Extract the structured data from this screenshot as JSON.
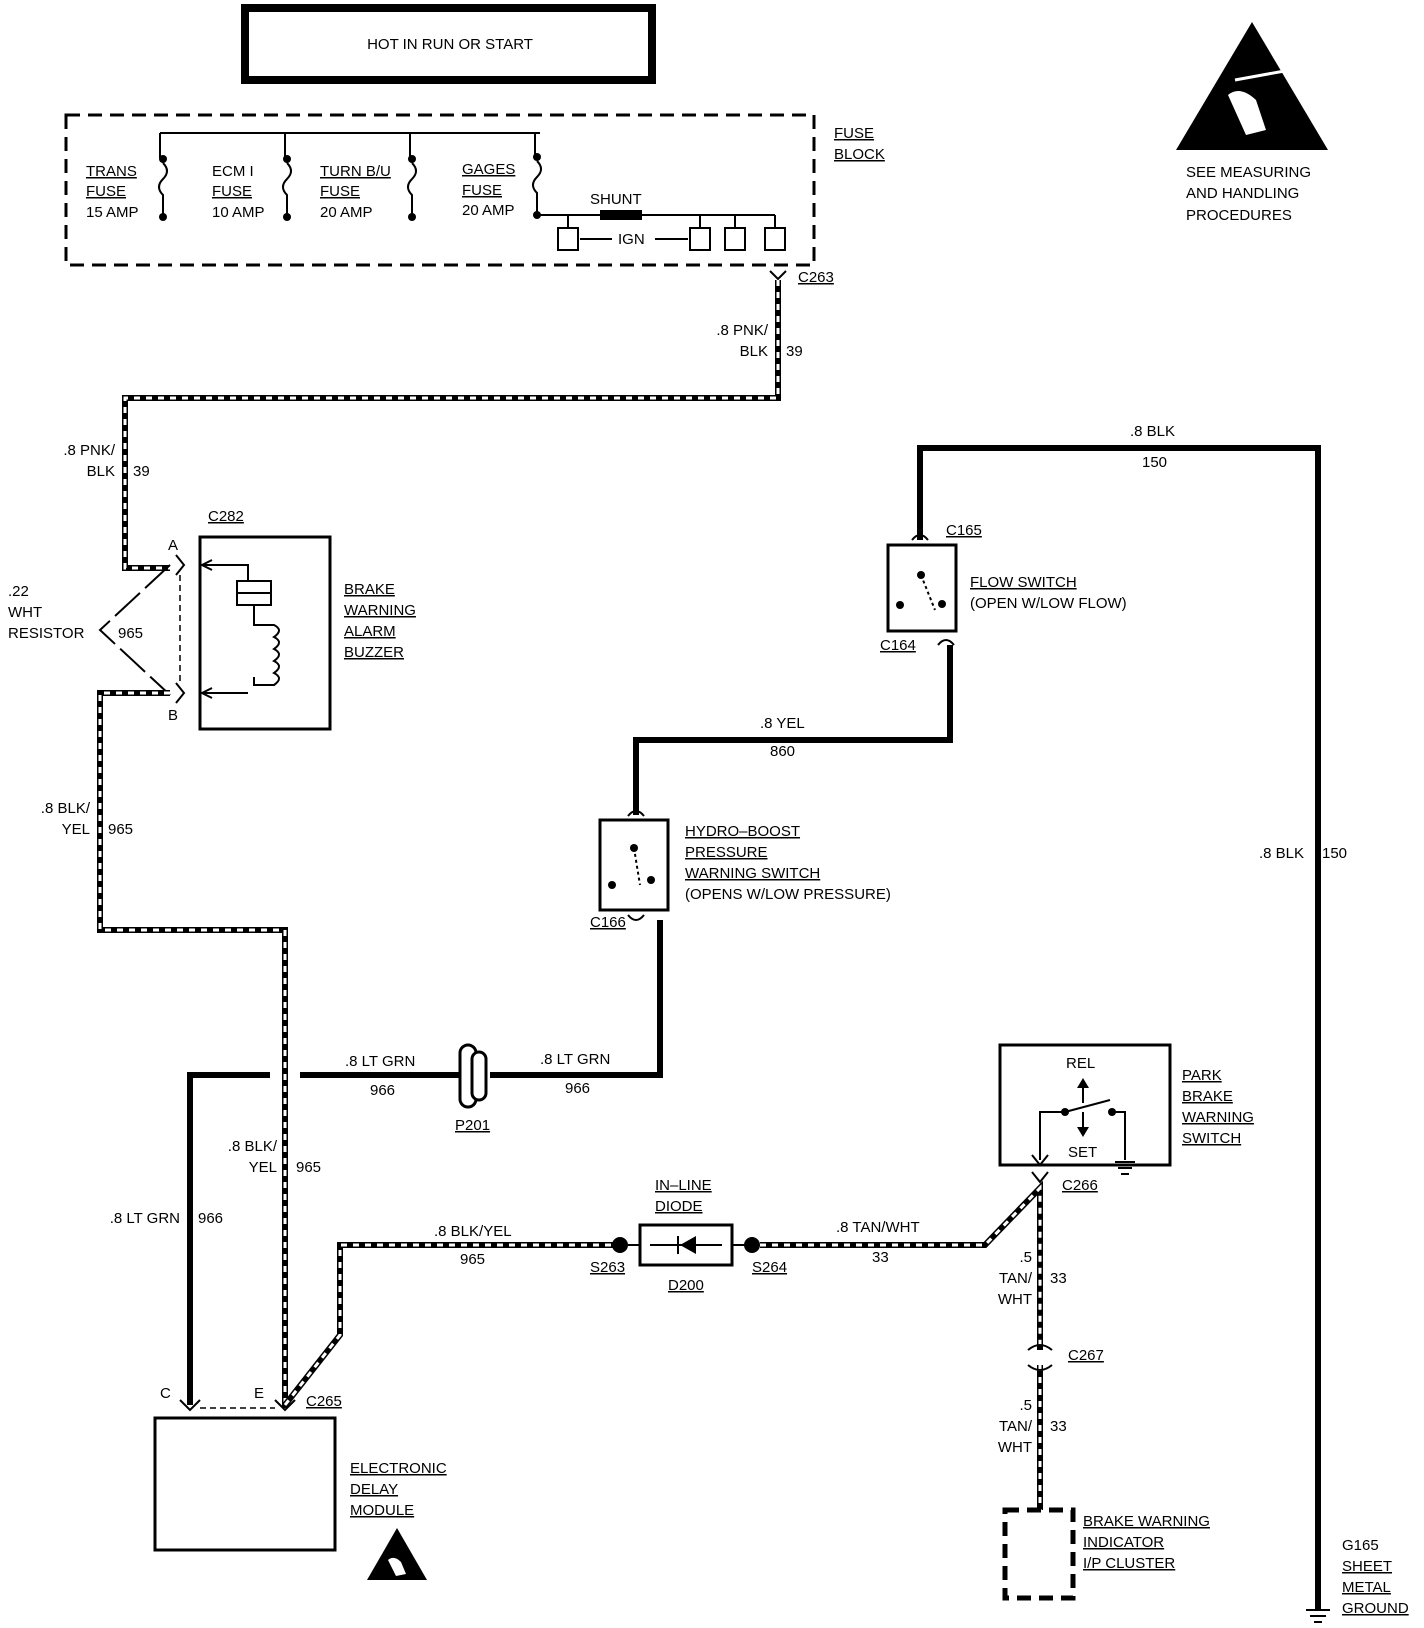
{
  "header": {
    "title": "HOT IN RUN OR START"
  },
  "fuse_block": {
    "label_line1": "FUSE",
    "label_line2": "BLOCK",
    "fuses": [
      {
        "name": "TRANS",
        "word": "FUSE",
        "rating": "15 AMP"
      },
      {
        "name": "ECM I",
        "word": "FUSE",
        "rating": "10 AMP"
      },
      {
        "name": "TURN B/U",
        "word": "FUSE",
        "rating": "20 AMP"
      },
      {
        "name": "GAGES",
        "word": "FUSE",
        "rating": "20 AMP"
      }
    ],
    "shunt": "SHUNT",
    "ign": "IGN"
  },
  "esd_note": {
    "line1": "SEE MEASURING",
    "line2": "AND HANDLING",
    "line3": "PROCEDURES"
  },
  "connectors": {
    "c263": "C263",
    "c282": "C282",
    "c165": "C165",
    "c164": "C164",
    "c166": "C166",
    "p201": "P201",
    "c266": "C266",
    "c267": "C267",
    "c265": "C265",
    "s263": "S263",
    "s264": "S264",
    "d200": "D200",
    "g165": "G165"
  },
  "pins": {
    "a": "A",
    "b": "B",
    "c": "C",
    "e": "E"
  },
  "wires": {
    "w39_top": {
      "size": ".8 PNK/",
      "color": "BLK",
      "circuit": "39"
    },
    "w39_left": {
      "size": ".8 PNK/",
      "color": "BLK",
      "circuit": "39"
    },
    "resistor": {
      "size": ".22",
      "color": "WHT",
      "type": "RESISTOR",
      "circuit": "965"
    },
    "w965_left": {
      "size": ".8 BLK/",
      "color": "YEL",
      "circuit": "965"
    },
    "w965_mid": {
      "size": ".8 BLK/",
      "color": "YEL",
      "circuit": "965"
    },
    "w966_left": {
      "label": ".8 LT GRN",
      "circuit": "966"
    },
    "w966_a": {
      "label": ".8 LT GRN",
      "circuit": "966"
    },
    "w966_b": {
      "label": ".8 LT GRN",
      "circuit": "966"
    },
    "w965_bottom": {
      "label": ".8 BLK/YEL",
      "circuit": "965"
    },
    "w33_h": {
      "label": ".8 TAN/WHT",
      "circuit": "33"
    },
    "w33_a": {
      "size": ".5",
      "color1": "TAN/",
      "color2": "WHT",
      "circuit": "33"
    },
    "w33_b": {
      "size": ".5",
      "color1": "TAN/",
      "color2": "WHT",
      "circuit": "33"
    },
    "w860": {
      "label": ".8 YEL",
      "circuit": "860"
    },
    "w150_top": {
      "label": ".8 BLK",
      "circuit": "150"
    },
    "w150_right": {
      "label": ".8 BLK",
      "circuit": "150"
    }
  },
  "components": {
    "buzzer": [
      "BRAKE",
      "WARNING",
      "ALARM",
      "BUZZER"
    ],
    "flow_switch": [
      "FLOW SWITCH",
      "(OPEN W/LOW FLOW)"
    ],
    "hydro_boost": [
      "HYDRO–BOOST",
      "PRESSURE",
      "WARNING SWITCH",
      "(OPENS W/LOW PRESSURE)"
    ],
    "diode": [
      "IN–LINE",
      "DIODE"
    ],
    "park_brake": [
      "PARK",
      "BRAKE",
      "WARNING",
      "SWITCH"
    ],
    "park_rel": "REL",
    "park_set": "SET",
    "delay_module": [
      "ELECTRONIC",
      "DELAY",
      "MODULE"
    ],
    "indicator": [
      "BRAKE WARNING",
      "INDICATOR",
      "I/P CLUSTER"
    ],
    "ground": [
      "SHEET",
      "METAL",
      "GROUND"
    ]
  }
}
